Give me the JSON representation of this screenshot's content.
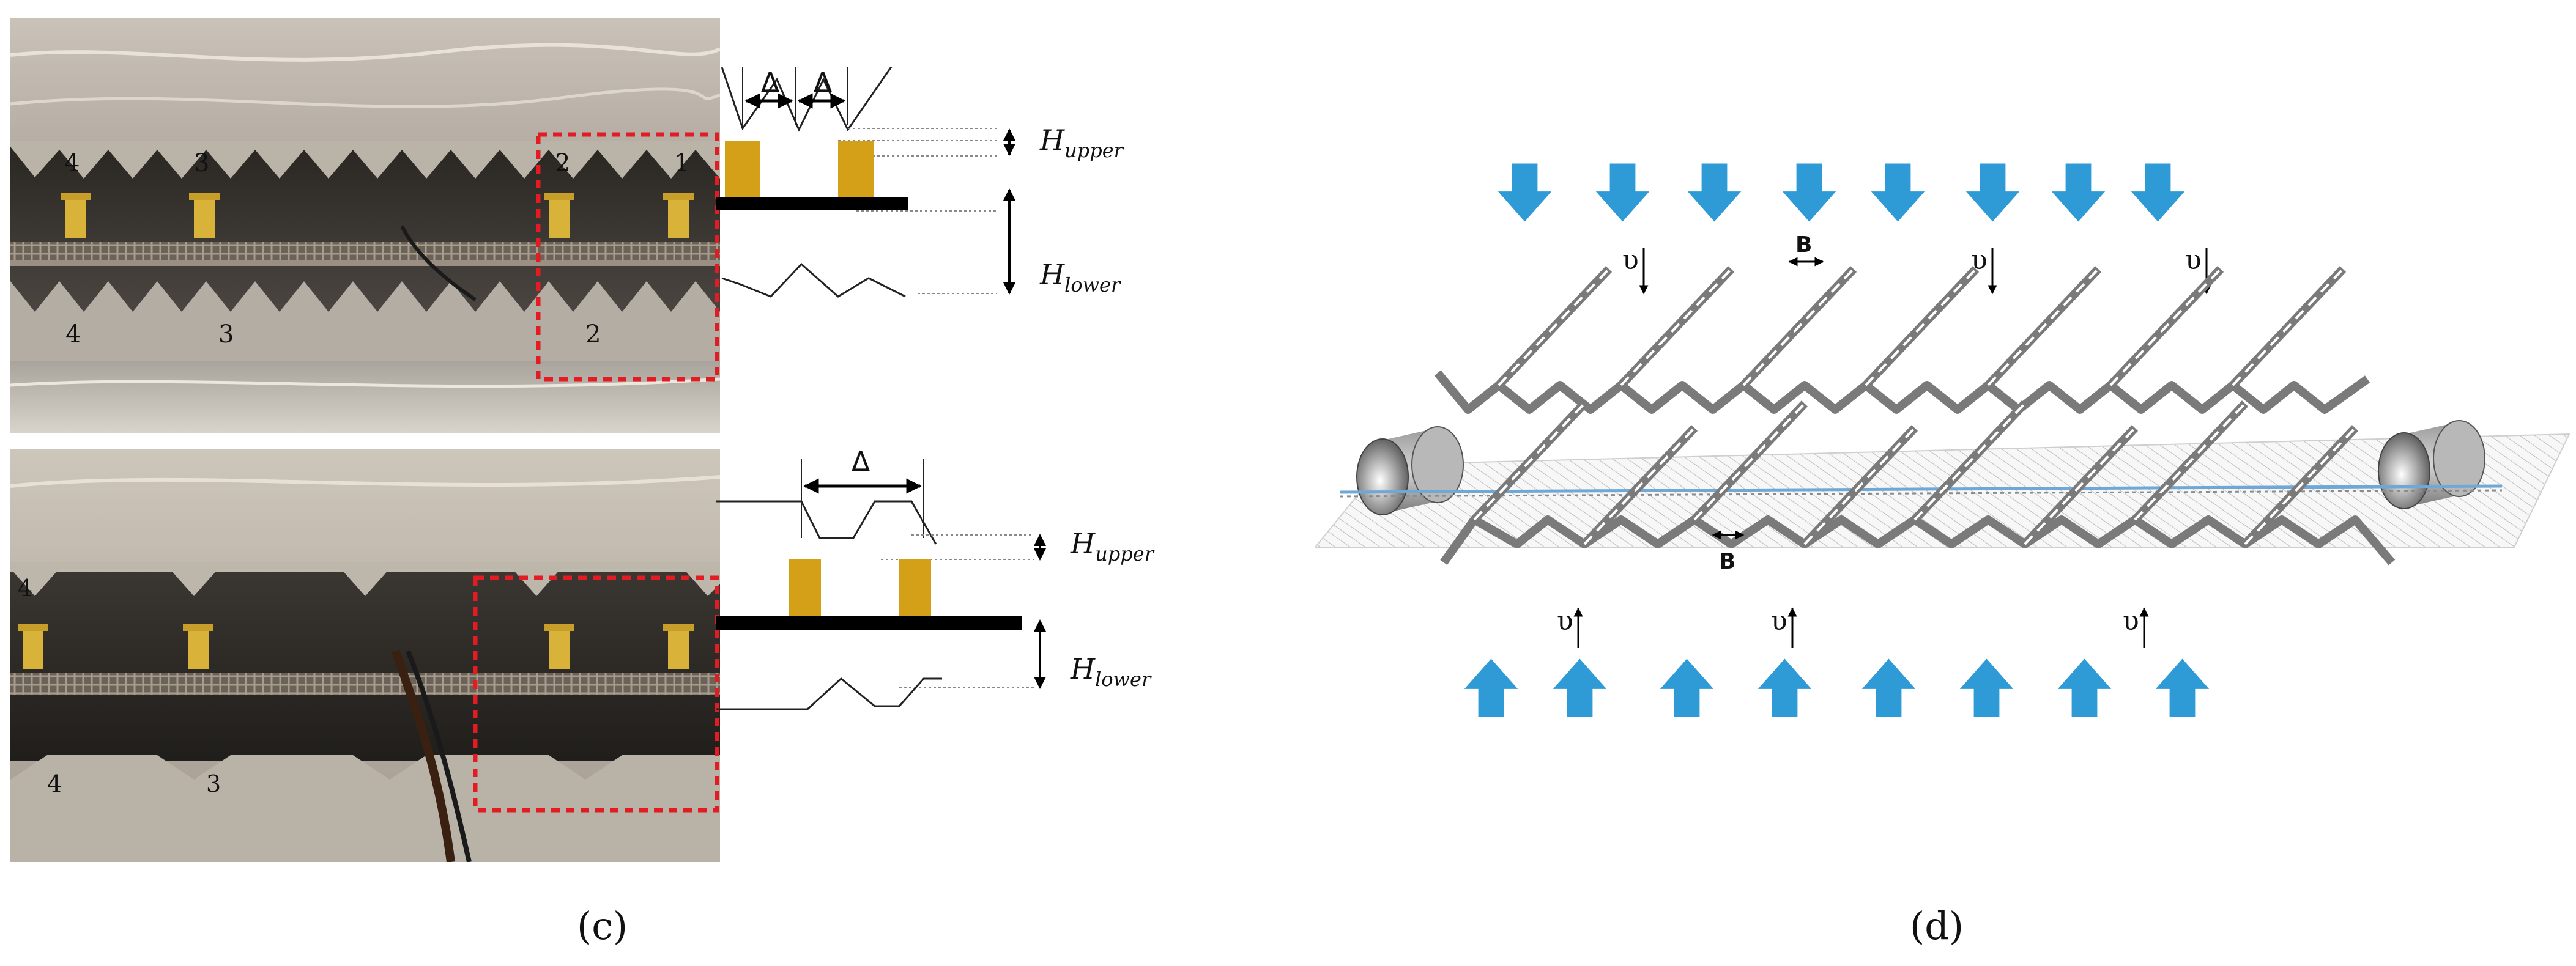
{
  "panel_c": {
    "caption": "(c)",
    "photo_top_numbers": [
      "4",
      "3",
      "2",
      "1"
    ],
    "photo_bottom_numbers": [
      "4",
      "3",
      "2"
    ],
    "schematic_top": {
      "delta_1": "Δ",
      "delta_2": "Δ",
      "h_upper": "H",
      "h_upper_sub": "upper",
      "h_lower": "H",
      "h_lower_sub": "lower"
    },
    "schematic_bottom": {
      "delta": "Δ",
      "h_upper": "H",
      "h_upper_sub": "upper",
      "h_lower": "H",
      "h_lower_sub": "lower"
    },
    "colors": {
      "nozzle": "#d4a017",
      "roi": "#e31b23",
      "belt": "#000000"
    }
  },
  "panel_d": {
    "caption": "(d)",
    "velocity_label": "υ",
    "gap_label": "B",
    "colors": {
      "airflow_arrow": "#2f9bd6",
      "nozzle_plate": "#7a7a7a",
      "belt_line": "#6fa8d6"
    }
  }
}
